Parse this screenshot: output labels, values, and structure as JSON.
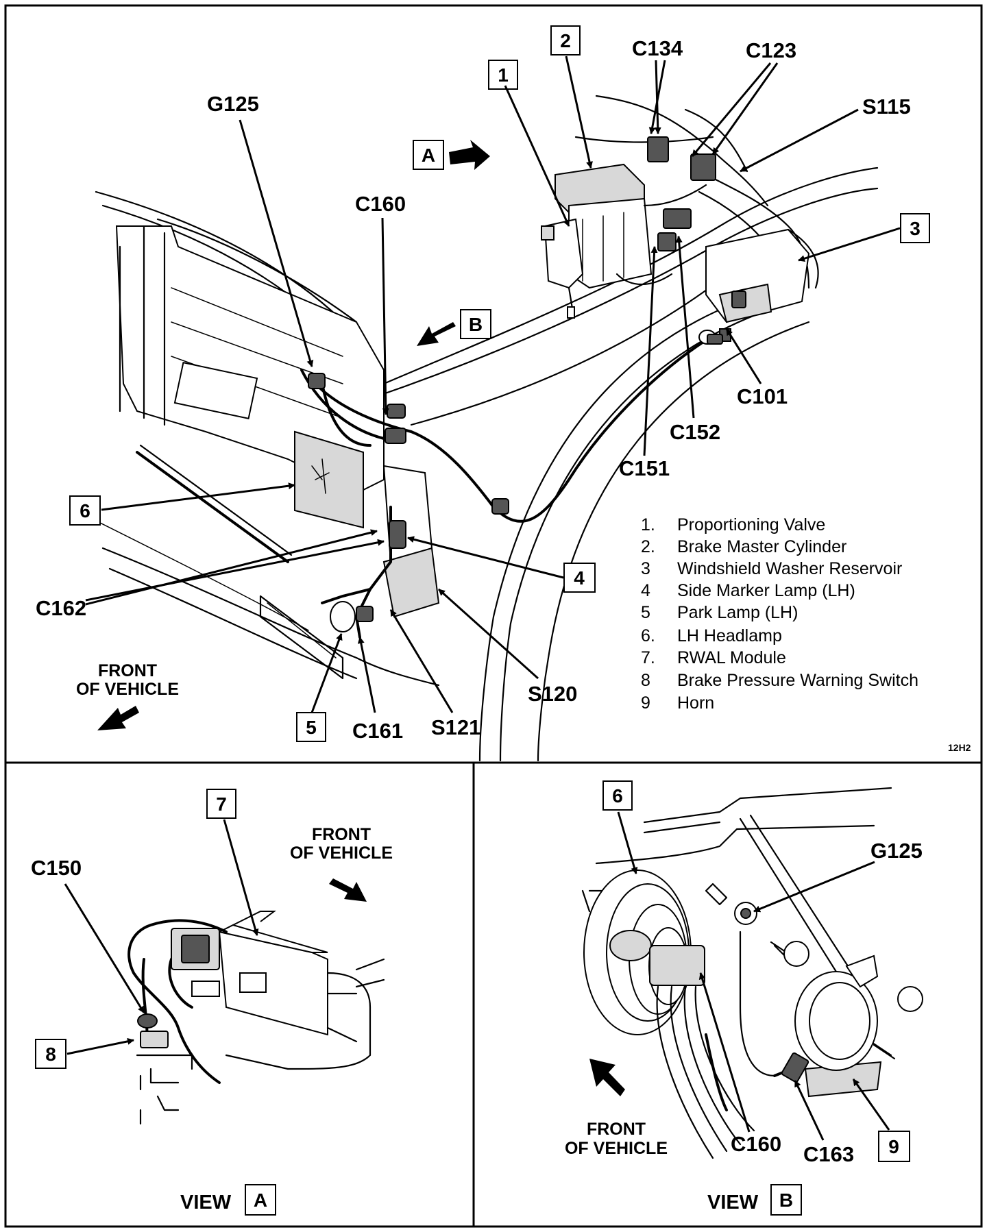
{
  "callouts": {
    "c1": "1",
    "c2": "2",
    "c3": "3",
    "c4": "4",
    "c5": "5",
    "c6": "6",
    "c7": "7",
    "c8": "8",
    "c9": "9",
    "c6b": "6",
    "viewA_box": "A",
    "viewB_box": "B"
  },
  "connectors": {
    "g125": "G125",
    "c134": "C134",
    "c123": "C123",
    "s115": "S115",
    "c160": "C160",
    "c101": "C101",
    "c152": "C152",
    "c151": "C151",
    "c162": "C162",
    "s120": "S120",
    "c161": "C161",
    "s121": "S121",
    "c150": "C150",
    "g125b": "G125",
    "c160b": "C160",
    "c163": "C163"
  },
  "legend": {
    "items": [
      {
        "num": "1.",
        "text": "Proportioning Valve"
      },
      {
        "num": "2.",
        "text": "Brake Master Cylinder"
      },
      {
        "num": "3",
        "text": "Windshield Washer Reservoir"
      },
      {
        "num": "4",
        "text": "Side Marker Lamp (LH)"
      },
      {
        "num": "5",
        "text": "Park Lamp (LH)"
      },
      {
        "num": "6.",
        "text": "LH Headlamp"
      },
      {
        "num": "7.",
        "text": "RWAL Module"
      },
      {
        "num": "8",
        "text": "Brake Pressure Warning Switch"
      },
      {
        "num": "9",
        "text": "Horn"
      }
    ]
  },
  "front_of_vehicle": {
    "line1": "FRONT",
    "line2": "OF VEHICLE"
  },
  "views": {
    "a": {
      "word": "VIEW",
      "letter": "A"
    },
    "b": {
      "word": "VIEW",
      "letter": "B"
    }
  },
  "figure_code": "12H2"
}
